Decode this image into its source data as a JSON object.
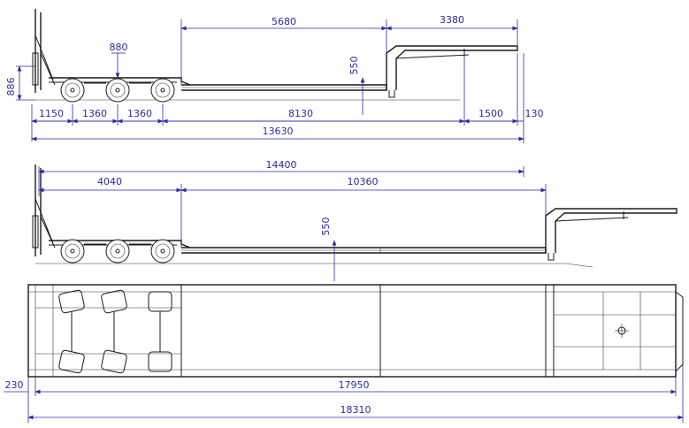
{
  "side_view_top": {
    "dims": {
      "deck_length": "5680",
      "neck_length": "3380",
      "axle_spread_label": "880",
      "overall_height": "886",
      "deck_height": "550",
      "rear_overhang": "1150",
      "axle_spacing_1": "1360",
      "axle_spacing_2": "1360",
      "wheelbase_to_kingpin": "8130",
      "kingpin_offset": "1500",
      "front_overhang": "130",
      "overall_length": "13630"
    }
  },
  "side_view_extended": {
    "dims": {
      "overall_extended": "14400",
      "rear_section": "4040",
      "extended_section": "10360",
      "deck_height": "550"
    }
  },
  "plan_view": {
    "dims": {
      "rear_offset": "230",
      "frame_length": "17950",
      "total_length": "18310"
    }
  },
  "colors": {
    "dimension": "#2a2aa8",
    "drawing": "#1a1a1a"
  }
}
